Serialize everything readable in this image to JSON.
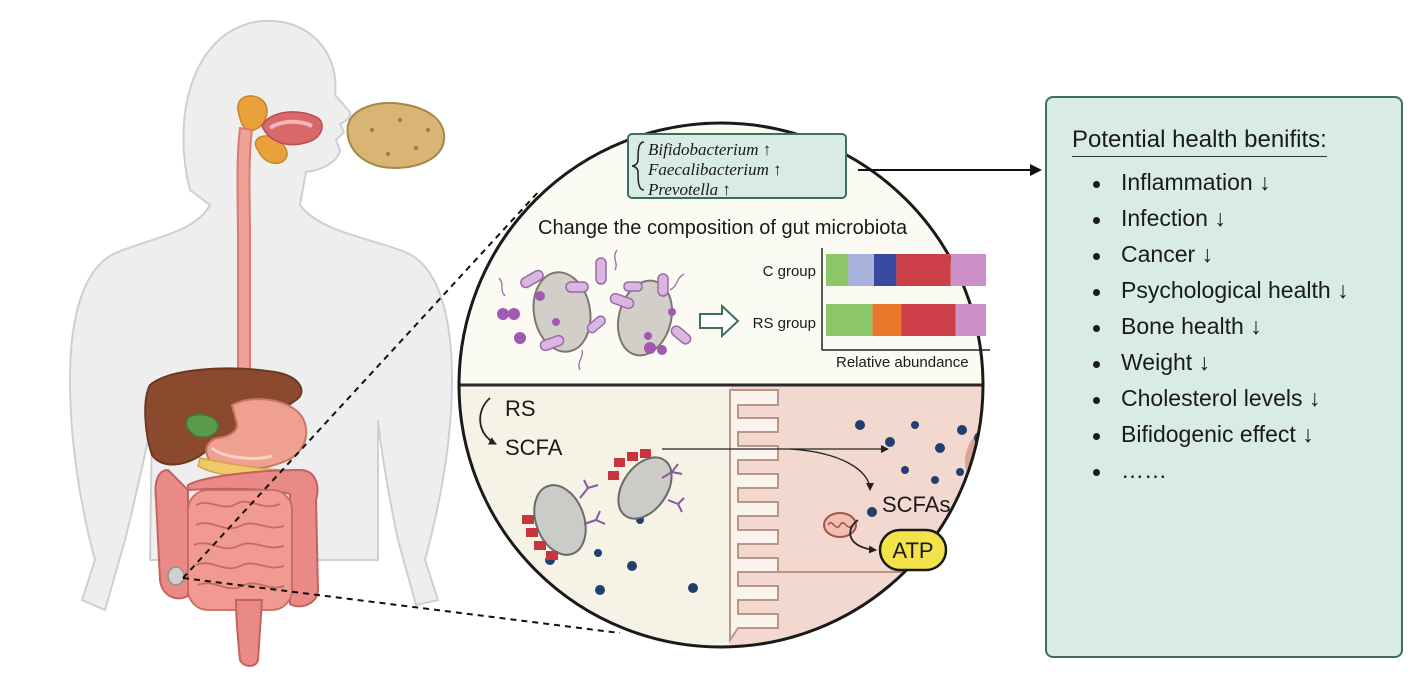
{
  "microbiota_box": {
    "lines": [
      "Bifidobacterium ↑",
      "Faecalibacterium ↑",
      "Prevotella ↑"
    ]
  },
  "composition_title": "Change the composition of gut microbiota",
  "abundance_chart": {
    "groups": [
      {
        "label": "C group",
        "segments": [
          {
            "value": 0.14,
            "color": "#8cc76a"
          },
          {
            "value": 0.16,
            "color": "#a9b2dc"
          },
          {
            "value": 0.14,
            "color": "#3949a0"
          },
          {
            "value": 0.34,
            "color": "#cc3f48"
          },
          {
            "value": 0.22,
            "color": "#cc8fc8"
          }
        ]
      },
      {
        "label": "RS group",
        "segments": [
          {
            "value": 0.29,
            "color": "#8cc76a"
          },
          {
            "value": 0.18,
            "color": "#e9782d"
          },
          {
            "value": 0.34,
            "color": "#cc3f48"
          },
          {
            "value": 0.19,
            "color": "#cc8fc8"
          }
        ]
      }
    ],
    "xlabel": "Relative abundance"
  },
  "lower_panel": {
    "rs_label": "RS",
    "scfa_label": "SCFA",
    "scfas_label": "SCFAs",
    "atp_label": "ATP"
  },
  "benefits": {
    "title": "Potential health benifits:",
    "items": [
      "Inflammation ↓",
      "Infection ↓",
      "Cancer ↓",
      "Psychological health ↓",
      "Bone health ↓",
      "Weight ↓",
      "Cholesterol levels ↓",
      "Bifidogenic effect ↓",
      "……"
    ]
  },
  "colors": {
    "panel_fill": "#d8ebe4",
    "panel_border": "#3f6e5e",
    "atp_fill": "#f2e34b",
    "scfa_dot": "#1f3f6e"
  }
}
